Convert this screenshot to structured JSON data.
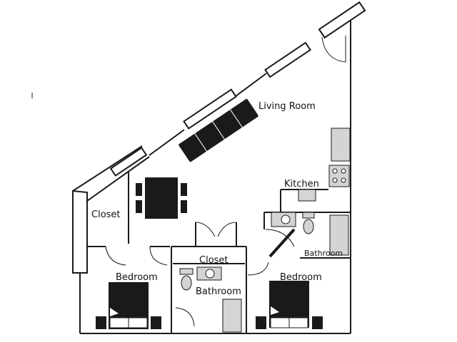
{
  "floor_plan": {
    "rooms": {
      "living_room": "Living Room",
      "kitchen": "Kitchen",
      "closet_left": "Closet",
      "closet_center": "Closet",
      "bedroom_left": "Bedroom",
      "bedroom_right": "Bedroom",
      "bathroom_center": "Bathroom",
      "bathroom_right": "Bathroom"
    },
    "colors": {
      "walls": "#1a1a1a",
      "furniture": "#1a1a1a",
      "fixtures": "#d4d4d4",
      "background": "#ffffff"
    }
  }
}
